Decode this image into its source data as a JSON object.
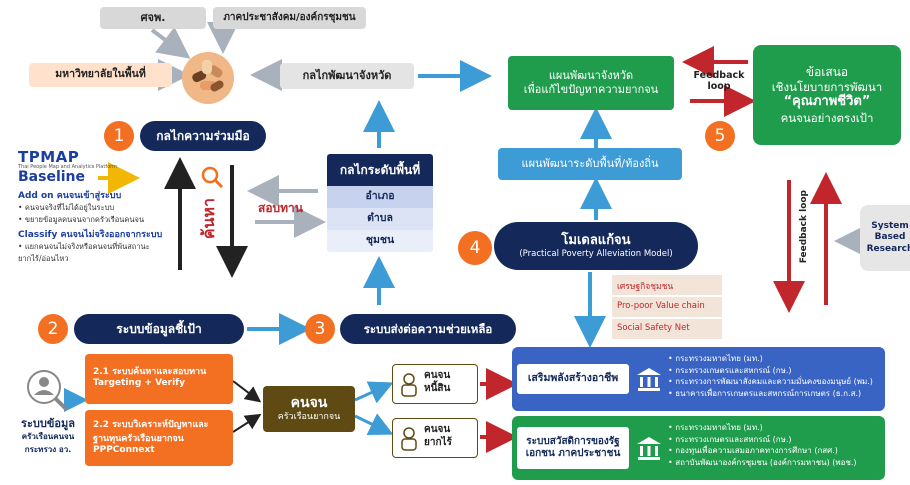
{
  "top": {
    "box1": "ศจพ.",
    "box2": "ภาคประชาสังคม/องค์กรชุมชน",
    "university": "มหาวิทยาลัยในพื้นที่",
    "provincial_mechanism": "กลไกพัฒนาจังหวัด"
  },
  "steps": {
    "s1": {
      "num": "1",
      "label": "กลไกความร่วมมือ"
    },
    "s2": {
      "num": "2",
      "label": "ระบบข้อมูลชี้เป้า"
    },
    "s3": {
      "num": "3",
      "label": "ระบบส่งต่อความช่วยเหลือ"
    },
    "s4": {
      "num": "4",
      "label": "โมเดลแก้จน",
      "sub": "(Practical Poverty Alleviation Model)"
    },
    "s5": {
      "num": "5"
    }
  },
  "tpmap": {
    "logo": "TPMAP",
    "tagline": "Thai People Map and Analytics Platform",
    "baseline": "Baseline",
    "add_on": "Add on คนจนเข้าสู่ระบบ",
    "add_items": [
      "คนจนจริงที่ไม่ได้อยู่ในระบบ",
      "ขยายข้อมูลคนจนจากครัวเรือนคนจน"
    ],
    "classify": "Classify คนจนไม่จริงออกจากระบบ",
    "classify_items": [
      "แยกคนจนไม่จริงหรือคนจนที่พ้นสถานะ ยากไร้/อ่อนไหว"
    ]
  },
  "search_label": "ค้นหา",
  "verify_label": "สอบทาน",
  "area": {
    "title": "กลไกระดับพื้นที่",
    "levels": [
      "อำเภอ",
      "ตำบล",
      "ชุมชน"
    ]
  },
  "plans": {
    "province": "แผนพัฒนาจังหวัด\nเพื่อแก้ไขปัญหาความยากจน",
    "local": "แผนพัฒนาระดับพื้นที่/ท้องถิ่น"
  },
  "feedback": {
    "top": "Feedback\nloop",
    "vertical": "Feedback loop"
  },
  "proposal": {
    "line1": "ข้อเสนอ",
    "line2": "เชิงนโยบายการพัฒนา",
    "line3": "“คุณภาพชีวิต”",
    "line4": "คนจนอย่างตรงเป้า"
  },
  "system_research": "System\nBased\nResearch",
  "model_items": [
    "เศรษฐกิจชุมชน",
    "Pro-poor Value chain",
    "Social Safety Net"
  ],
  "data_system": {
    "label": "ระบบข้อมูล",
    "sub": "ครัวเรือนคนจน\nกระทรวง อว."
  },
  "subsystems": {
    "a": "2.1 ระบบค้นหาและสอบทาน\nTargeting + Verify",
    "b": "2.2 ระบบวิเคราะห์ปัญหาและ\nฐานทุนครัวเรือนยากจน\nPPPConnext"
  },
  "poor": {
    "title": "คนจน",
    "sub": "ครัวเรือนยากจน"
  },
  "groups": {
    "debt": "คนจน\nหนี้สิน",
    "destitute": "คนจน\nยากไร้"
  },
  "career": {
    "label": "เสริมพลังสร้างอาชีพ",
    "items": [
      "กระทรวงมหาดไทย (มท.)",
      "กระทรวงเกษตรและสหกรณ์ (กษ.)",
      "กระทรวงการพัฒนาสังคมและความมั่นคงของมนุษย์ (พม.)",
      "ธนาคารเพื่อการเกษตรและสหกรณ์การเกษตร (ธ.ก.ส.)"
    ]
  },
  "welfare": {
    "label": "ระบบสวัสดิการของรัฐ\nเอกชน ภาคประชาชน",
    "items": [
      "กระทรวงมหาดไทย (มท.)",
      "กระทรวงเกษตรและสหกรณ์ (กษ.)",
      "กองทุนเพื่อความเสมอภาคทางการศึกษา (กสศ.)",
      "สถาบันพัฒนาองค์กรชุมชน (องค์การมหาชน) (พอช.)"
    ]
  },
  "colors": {
    "navy": "#14295a",
    "orange": "#f36f21",
    "green": "#1f9d4c",
    "blue": "#3a64c4",
    "red": "#c0262c",
    "olive": "#5e4a12",
    "arrow_blue": "#3d9bd6"
  }
}
